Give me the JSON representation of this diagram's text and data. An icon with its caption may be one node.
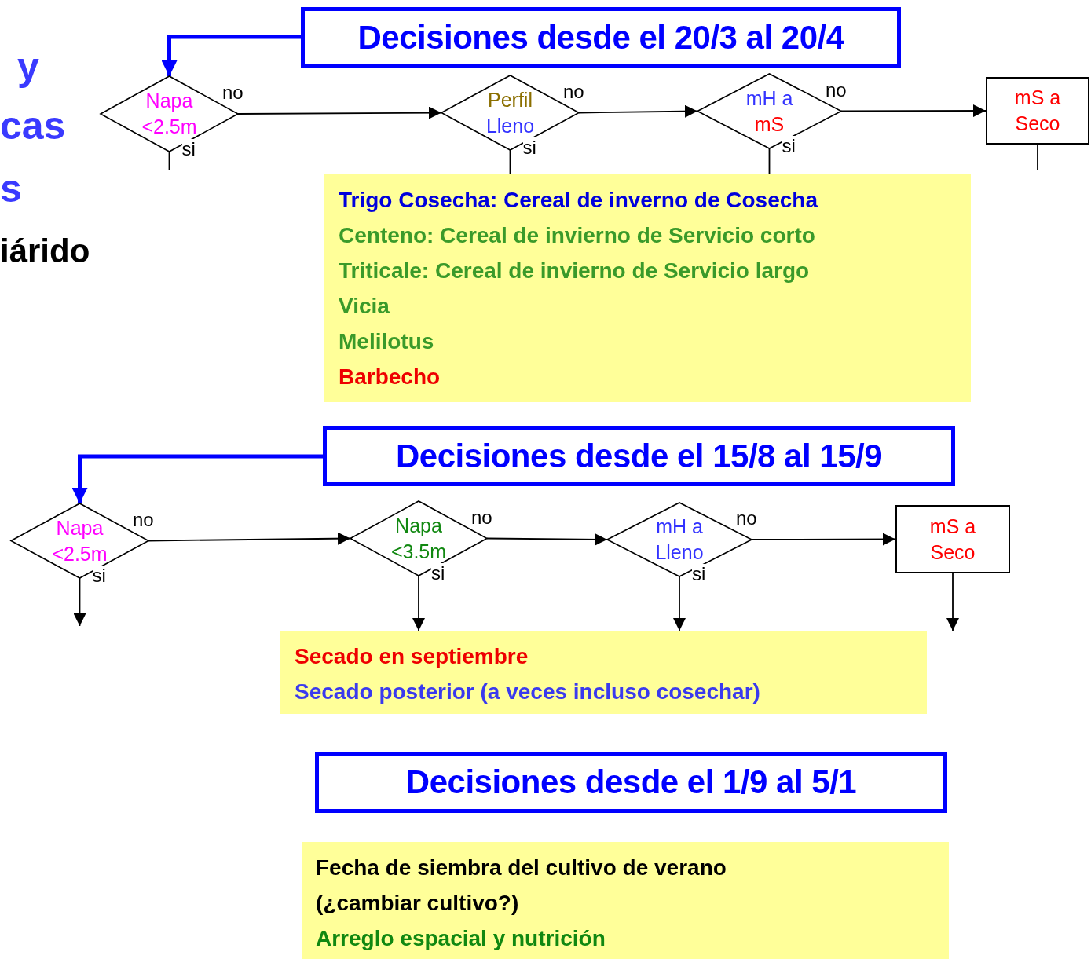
{
  "diagram": {
    "nodes": [
      {
        "text": [
          "Decisiones desde el 20/3 al 20/4"
        ]
      },
      {
        "text": [
          "Napa <2.5m"
        ]
      },
      {
        "text": [
          "Perfil",
          "Lleno"
        ]
      },
      {
        "text": [
          "mH a",
          "mS"
        ]
      },
      {
        "text": [
          "mS a Seco"
        ]
      },
      {
        "text": [
          "Trigo Cosecha: Cereal de inverno de Cosecha",
          "Centeno: Cereal de invierno de Servicio corto",
          "Triticale: Cereal de invierno de Servicio largo",
          "Vicia",
          "Melilotus",
          "Barbecho"
        ]
      },
      {
        "text": [
          "Decisiones desde el 15/8 al 15/9"
        ]
      },
      {
        "text": [
          "Napa <2.5m"
        ]
      },
      {
        "text": [
          "Napa <3.5m"
        ]
      },
      {
        "text": [
          "mH a Lleno"
        ]
      },
      {
        "text": [
          "mS a Seco"
        ]
      },
      {
        "text": [
          "Secado en septiembre",
          "Secado posterior (a veces incluso cosechar)"
        ]
      },
      {
        "text": [
          "Decisiones desde el 1/9 al 5/1"
        ]
      },
      {
        "text": [
          "Fecha de siembra del cultivo de verano (¿cambiar cultivo?)",
          "Arreglo espacial y nutrición"
        ]
      }
    ],
    "edges": [
      {
        "from": 0,
        "to": 1,
        "arrow": "to",
        "style": "thick",
        "color": "#0000ff"
      },
      {
        "from": 1,
        "to": 2,
        "arrow": "to",
        "label": "no"
      },
      {
        "from": 2,
        "to": 3,
        "arrow": "to",
        "label": "no"
      },
      {
        "from": 3,
        "to": 4,
        "arrow": "to",
        "label": "no"
      },
      {
        "from": 1,
        "to": null,
        "arrow": "none",
        "label": "si"
      },
      {
        "from": 2,
        "to": 5,
        "arrow": "none",
        "label": "si"
      },
      {
        "from": 3,
        "to": 5,
        "arrow": "none",
        "label": "si"
      },
      {
        "from": 4,
        "to": null,
        "arrow": "none"
      },
      {
        "from": 6,
        "to": 7,
        "arrow": "to",
        "style": "thick",
        "color": "#0000ff"
      },
      {
        "from": 7,
        "to": 8,
        "arrow": "to",
        "label": "no"
      },
      {
        "from": 8,
        "to": 9,
        "arrow": "to",
        "label": "no"
      },
      {
        "from": 9,
        "to": 10,
        "arrow": "to",
        "label": "no"
      },
      {
        "from": 7,
        "to": null,
        "arrow": "to",
        "label": "si"
      },
      {
        "from": 8,
        "to": 11,
        "arrow": "to",
        "label": "si"
      },
      {
        "from": 9,
        "to": 11,
        "arrow": "to",
        "label": "si"
      },
      {
        "from": 10,
        "to": 11,
        "arrow": "to"
      }
    ],
    "labels": [
      "y",
      "cas",
      "s",
      "iárido"
    ]
  }
}
